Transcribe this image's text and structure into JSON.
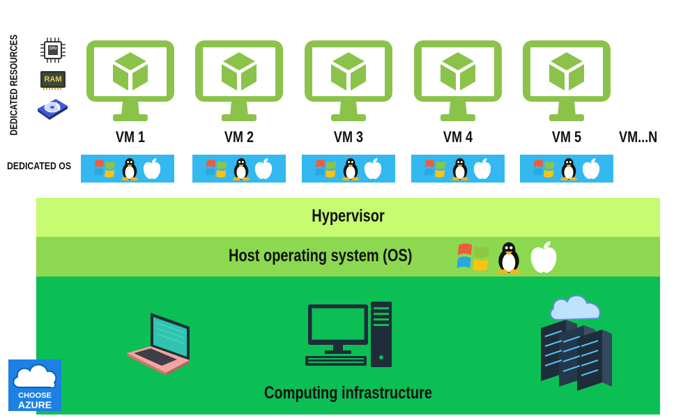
{
  "sidebar": {
    "label": "DEDICATED RESOURCES"
  },
  "resources": [
    {
      "icon": "cpu-icon",
      "label": "CPU"
    },
    {
      "icon": "ram-icon",
      "label": "RAM"
    },
    {
      "icon": "hard-drive-icon"
    }
  ],
  "vms": [
    {
      "label": "VM 1"
    },
    {
      "label": "VM 2"
    },
    {
      "label": "VM 3"
    },
    {
      "label": "VM 4"
    },
    {
      "label": "VM 5"
    }
  ],
  "vm_more": "VM...N",
  "dedicated_os": {
    "label": "DEDICATED OS",
    "icons": [
      "windows-icon",
      "linux-tux-icon",
      "apple-icon"
    ]
  },
  "layers": {
    "hypervisor": "Hypervisor",
    "host_os": "Host operating system (OS)",
    "infrastructure": "Computing infrastructure"
  },
  "logo": {
    "line1": "CHOOSE",
    "line2": "AZURE"
  },
  "colors": {
    "vm_monitor": "#8bc34a",
    "vm_cube": "#8bc34a",
    "os_box": "#33b8f0",
    "hypervisor": "#c6fb72",
    "host_os": "#8cd850",
    "infrastructure": "#0bbf55",
    "logo": "#1d80e4"
  }
}
